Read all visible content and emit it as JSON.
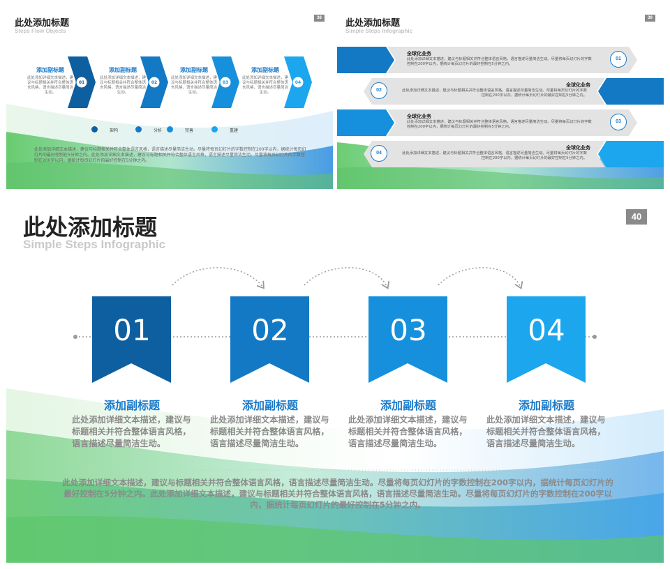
{
  "slide38": {
    "title": "此处添加标题",
    "subtitle": "Steps Flow Objects",
    "page_number": "38",
    "steps": [
      {
        "num": "01",
        "heading": "添加副标题",
        "desc": "此处添加详细文本描述，建议与标题相关并符合整体语言风格，语言描述尽量简洁生动。"
      },
      {
        "num": "02",
        "heading": "添加副标题",
        "desc": "此处添加详细文本描述，建议与标题相关并符合整体语言风格，语言描述尽量简洁生动。"
      },
      {
        "num": "03",
        "heading": "添加副标题",
        "desc": "此处添加详细文本描述，建议与标题相关并符合整体语言风格，语言描述尽量简洁生动。"
      },
      {
        "num": "04",
        "heading": "添加副标题",
        "desc": "此处添加详细文本描述，建议与标题相关并符合整体语言风格，语言描述尽量简洁生动。"
      }
    ],
    "legend": [
      {
        "label": "架构",
        "color": "#0e5fa0"
      },
      {
        "label": "分析",
        "color": "#1479c4"
      },
      {
        "label": "完善",
        "color": "#1690dc"
      },
      {
        "label": "重建",
        "color": "#1ba6ee"
      }
    ],
    "paragraph": "此处添加详细文本描述，建议与标题相关并符合整体语言风格，语言描述尽量简洁生动。尽量将每页幻灯片的字数控制在200字以内，据统计每页幻灯片的最好控制在5分钟之内。此处添加详细文本描述，建议与标题相关并符合整体语言风格，语言描述尽量简洁生动。尽量将每页幻灯片的字数控制在200字以内，据统计每页幻灯片的最好控制在5分钟之内。"
  },
  "slide39": {
    "title": "此处添加标题",
    "subtitle": "Simple Steps Infographic",
    "page_number": "39",
    "rows": [
      {
        "num": "01",
        "heading": "全球化业务",
        "desc": "此处添加详细文本描述，建议与标题相关并符合整体语言风格，语言描述尽量简洁生动。尽量将每页幻灯片的字数控制在200字以内，据统计每页幻灯片的最好控制在5分钟之内。"
      },
      {
        "num": "02",
        "heading": "全球化业务",
        "desc": "此处添加详细文本描述，建议与标题相关并符合整体语言风格，语言描述尽量简洁生动。尽量将每页幻灯片的字数控制在200字以内，据统计每页幻灯片的最好控制在5分钟之内。"
      },
      {
        "num": "03",
        "heading": "全球化业务",
        "desc": "此处添加详细文本描述，建议与标题相关并符合整体语言风格，语言描述尽量简洁生动。尽量将每页幻灯片的字数控制在200字以内，据统计每页幻灯片的最好控制在5分钟之内。"
      },
      {
        "num": "04",
        "heading": "全球化业务",
        "desc": "此处添加详细文本描述，建议与标题相关并符合整体语言风格，语言描述尽量简洁生动。尽量将每页幻灯片的字数控制在200字以内，据统计每页幻灯片的最好控制在5分钟之内。"
      }
    ]
  },
  "slide40": {
    "title": "此处添加标题",
    "subtitle": "Simple Steps Infographic",
    "page_number": "40",
    "tiles": [
      {
        "num": "01",
        "heading": "添加副标题",
        "desc": "此处添加详细文本描述，建议与标题相关并符合整体语言风格，语言描述尽量简洁生动。",
        "color": "#0e5fa0"
      },
      {
        "num": "02",
        "heading": "添加副标题",
        "desc": "此处添加详细文本描述，建议与标题相关并符合整体语言风格，语言描述尽量简洁生动。",
        "color": "#1479c4"
      },
      {
        "num": "03",
        "heading": "添加副标题",
        "desc": "此处添加详细文本描述，建议与标题相关并符合整体语言风格，语言描述尽量简洁生动。",
        "color": "#1690dc"
      },
      {
        "num": "04",
        "heading": "添加副标题",
        "desc": "此处添加详细文本描述，建议与标题相关并符合整体语言风格，语言描述尽量简洁生动。",
        "color": "#1ba6ee"
      }
    ],
    "paragraph": "此处添加详细文本描述，建议与标题相关并符合整体语言风格，语言描述尽量简洁生动。尽量将每页幻灯片的字数控制在200字以内，据统计每页幻灯片的最好控制在5分钟之内。此处添加详细文本描述，建议与标题相关并符合整体语言风格，语言描述尽量简洁生动。尽量将每页幻灯片的字数控制在200字以内，据统计每页幻灯片的最好控制在5分钟之内。"
  }
}
